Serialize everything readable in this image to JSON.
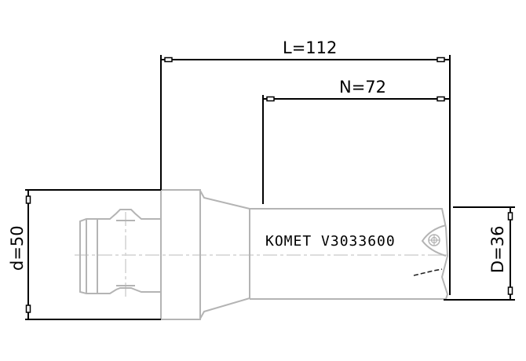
{
  "drawing": {
    "title": "Boring tool holder side view",
    "dimensions": {
      "overall_length": {
        "label": "L=112",
        "symbol": "L",
        "value": 112
      },
      "projection_length": {
        "label": "N=72",
        "symbol": "N",
        "value": 72
      },
      "shank_diameter": {
        "label": "d=50",
        "symbol": "d",
        "value": 50
      },
      "cutting_diameter": {
        "label": "D=36",
        "symbol": "D",
        "value": 36
      }
    },
    "marking": {
      "text": "KOMET V3033600"
    },
    "colors": {
      "dimension_lines": "#000000",
      "part_outline": "#b4b4b4",
      "centerline": "#d2d2d2",
      "background": "#ffffff"
    }
  }
}
